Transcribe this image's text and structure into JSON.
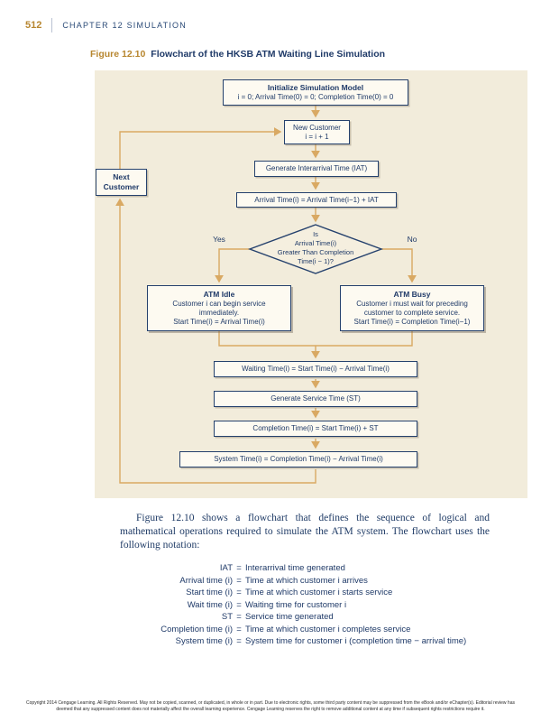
{
  "page": {
    "page_number": "512",
    "chapter_header": "CHAPTER 12  SIMULATION"
  },
  "figure": {
    "label": "Figure 12.10",
    "title": "Flowchart of the HKSB ATM Waiting Line Simulation"
  },
  "flowchart": {
    "initialize": {
      "title": "Initialize Simulation Model",
      "body": "i = 0; Arrival Time(0) = 0; Completion Time(0) = 0"
    },
    "new_customer": {
      "title": "New Customer",
      "body": "i = i + 1"
    },
    "next_customer": {
      "line1": "Next",
      "line2": "Customer"
    },
    "generate_iat": {
      "label": "Generate Interarrival Time (IAT)"
    },
    "arrival_time": {
      "label": "Arrival Time(i) = Arrival Time(i−1) + IAT"
    },
    "decision": {
      "line1": "Is",
      "line2": "Arrival Time(i)",
      "line3": "Greater Than Completion",
      "line4": "Time(i − 1)?"
    },
    "yes_label": "Yes",
    "no_label": "No",
    "atm_idle": {
      "title": "ATM Idle",
      "line1": "Customer i can begin service",
      "line2": "immediately.",
      "line3": "Start Time(i) = Arrival Time(i)"
    },
    "atm_busy": {
      "title": "ATM Busy",
      "line1": "Customer i must wait for preceding",
      "line2": "customer to complete service.",
      "line3": "Start Time(i) = Completion Time(i−1)"
    },
    "waiting_time": {
      "label": "Waiting Time(i) = Start Time(i) − Arrival Time(i)"
    },
    "generate_st": {
      "label": "Generate Service Time (ST)"
    },
    "completion_time": {
      "label": "Completion Time(i) = Start Time(i) + ST"
    },
    "system_time": {
      "label": "System Time(i) = Completion Time(i) − Arrival Time(i)"
    }
  },
  "body": {
    "paragraph": "Figure 12.10 shows a flowchart that defines the sequence of logical and mathematical operations required to simulate the ATM system. The flowchart uses the following notation:",
    "equals": "=",
    "notation": [
      {
        "term": "IAT",
        "definition": "Interarrival time generated"
      },
      {
        "term": "Arrival time (i)",
        "definition": "Time at which customer i arrives"
      },
      {
        "term": "Start time (i)",
        "definition": "Time at which customer i starts service"
      },
      {
        "term": "Wait time (i)",
        "definition": "Waiting time for customer i"
      },
      {
        "term": "ST",
        "definition": "Service time generated"
      },
      {
        "term": "Completion time (i)",
        "definition": "Time at which customer i completes service"
      },
      {
        "term": "System time (i)",
        "definition": "System time for customer i (completion time − arrival time)"
      }
    ]
  },
  "footer": {
    "line1": "Copyright 2014 Cengage Learning. All Rights Reserved. May not be copied, scanned, or duplicated, in whole or in part. Due to electronic rights, some third party content may be suppressed from the eBook and/or eChapter(s). Editorial review has",
    "line2": "deemed that any suppressed content does not materially affect the overall learning experience. Cengage Learning reserves the right to remove additional content at any time if subsequent rights restrictions require it."
  },
  "colors": {
    "accent_gold": "#b7862f",
    "navy": "#1f3a68",
    "panel_beige": "#f2ecdb",
    "arrow_tan": "#d9a963",
    "node_fill": "#fdfaf1"
  }
}
